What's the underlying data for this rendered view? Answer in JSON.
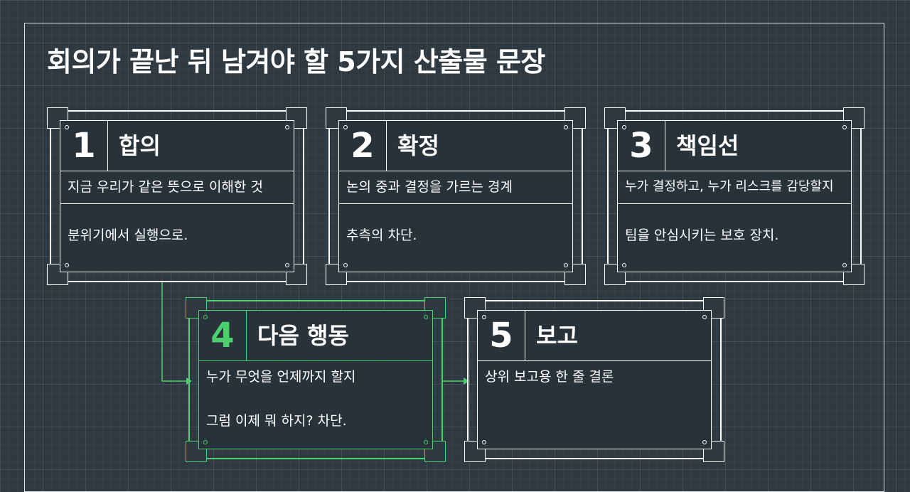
{
  "title": "회의가 끝난 뒤 남겨야 할 5가지 산출물 문장",
  "accent_color": "#4cd06d",
  "cards": [
    {
      "number": "1",
      "name": "합의",
      "definition": "지금 우리가 같은 뜻으로 이해한 것",
      "effect": "분위기에서 실행으로."
    },
    {
      "number": "2",
      "name": "확정",
      "definition": "논의 중과 결정을 가르는 경계",
      "effect": "추측의 차단."
    },
    {
      "number": "3",
      "name": "책임선",
      "definition": "누가 결정하고, 누가 리스크를 감당할지",
      "effect": "팀을 안심시키는 보호 장치."
    },
    {
      "number": "4",
      "name": "다음 행동",
      "definition": "누가 무엇을 언제까지 할지",
      "effect": "그럼 이제 뭐 하지? 차단."
    },
    {
      "number": "5",
      "name": "보고",
      "definition": "상위 보고용 한 줄 결론",
      "effect": ""
    }
  ]
}
